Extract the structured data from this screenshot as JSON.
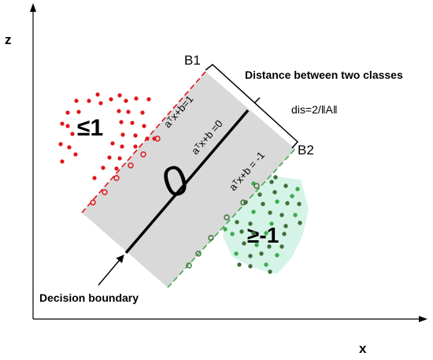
{
  "axes": {
    "x_label": "x",
    "z_label": "z"
  },
  "boundaries": {
    "b1_label": "B1",
    "b2_label": "B2",
    "upper_eq": "aᵀx+b=1",
    "middle_eq": "aᵀx+b =0",
    "lower_eq": "aᵀx+b = -1",
    "margin_value": "0"
  },
  "margin": {
    "title": "Distance between two classes",
    "formula": "dis=2/‖A‖"
  },
  "classes": {
    "negative_label": "≤1",
    "positive_label": "≥-1"
  },
  "decision_boundary_label": "Decision boundary",
  "colors": {
    "negative_class": "#e0141a",
    "positive_class_dark": "#3f6e3a",
    "positive_class_light": "#3cab4c",
    "margin_fill": "#d9d9d9",
    "highlight_fill": "#d6f3e7"
  }
}
